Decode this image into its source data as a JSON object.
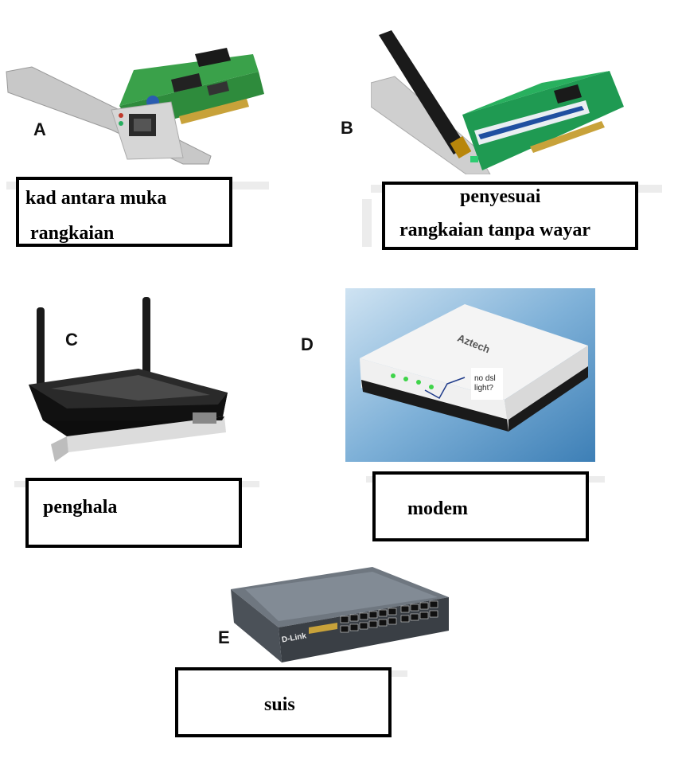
{
  "items": [
    {
      "letter": "A",
      "label_line1": "kad antara muka",
      "label_line2": "rangkaian",
      "icon": "network-card-icon"
    },
    {
      "letter": "B",
      "label_line1": "penyesuai",
      "label_line2": "rangkaian tanpa wayar",
      "icon": "wireless-adapter-icon"
    },
    {
      "letter": "C",
      "label": "penghala",
      "icon": "router-icon"
    },
    {
      "letter": "D",
      "label": "modem",
      "icon": "modem-icon",
      "device_text": {
        "brand": "Aztech",
        "note_line1": "no dsl",
        "note_line2": "light?"
      }
    },
    {
      "letter": "E",
      "label": "suis",
      "icon": "switch-icon",
      "device_text": {
        "brand": "D-Link"
      }
    }
  ],
  "colors": {
    "box_border": "#000000",
    "pcb_green": "#2e8b3c",
    "bracket": "#c8c8c8"
  }
}
